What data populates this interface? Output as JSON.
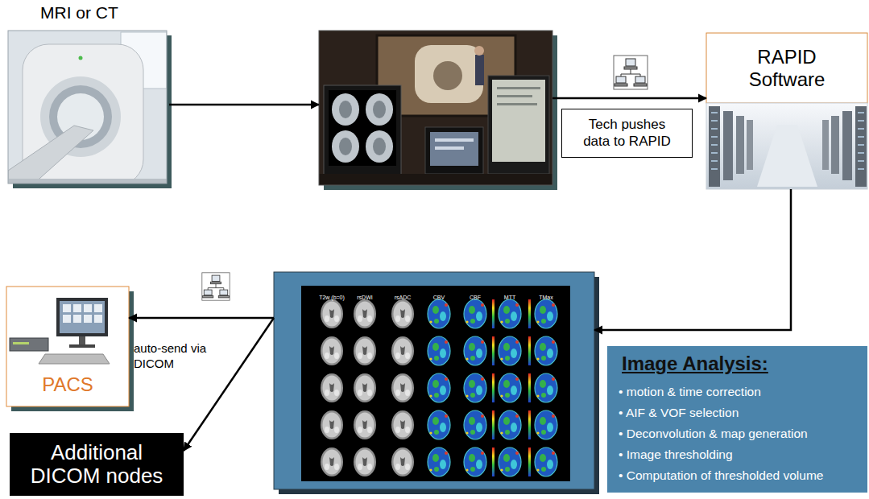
{
  "diagram": {
    "nodes": [
      {
        "text": [
          "MRI or CT"
        ]
      },
      {
        "text": []
      },
      {
        "text": [
          "RAPID Software"
        ]
      },
      {
        "text": [
          "T2w (b=0)",
          "rsDWI",
          "rsADC",
          "CBV",
          "CBF",
          "MTT",
          "TMax"
        ]
      },
      {
        "text": [
          "Image Analysis:",
          "• motion & time correction",
          "• AIF & VOF selection",
          "• Deconvolution & map generation",
          "• Image thresholding",
          "• Computation of thresholded volume"
        ]
      },
      {
        "text": [
          "PACS"
        ]
      },
      {
        "text": [
          "Additional DICOM nodes"
        ]
      }
    ],
    "edges": [
      {
        "from": 0,
        "to": 1,
        "arrow": "to"
      },
      {
        "from": 1,
        "to": 2,
        "label": "Tech pushes data to RAPID",
        "arrow": "to"
      },
      {
        "from": 2,
        "to": 3,
        "arrow": "to"
      },
      {
        "from": 3,
        "to": 5,
        "label": "auto-send via DICOM",
        "arrow": "to"
      },
      {
        "from": 3,
        "to": 6,
        "arrow": "to"
      }
    ]
  }
}
